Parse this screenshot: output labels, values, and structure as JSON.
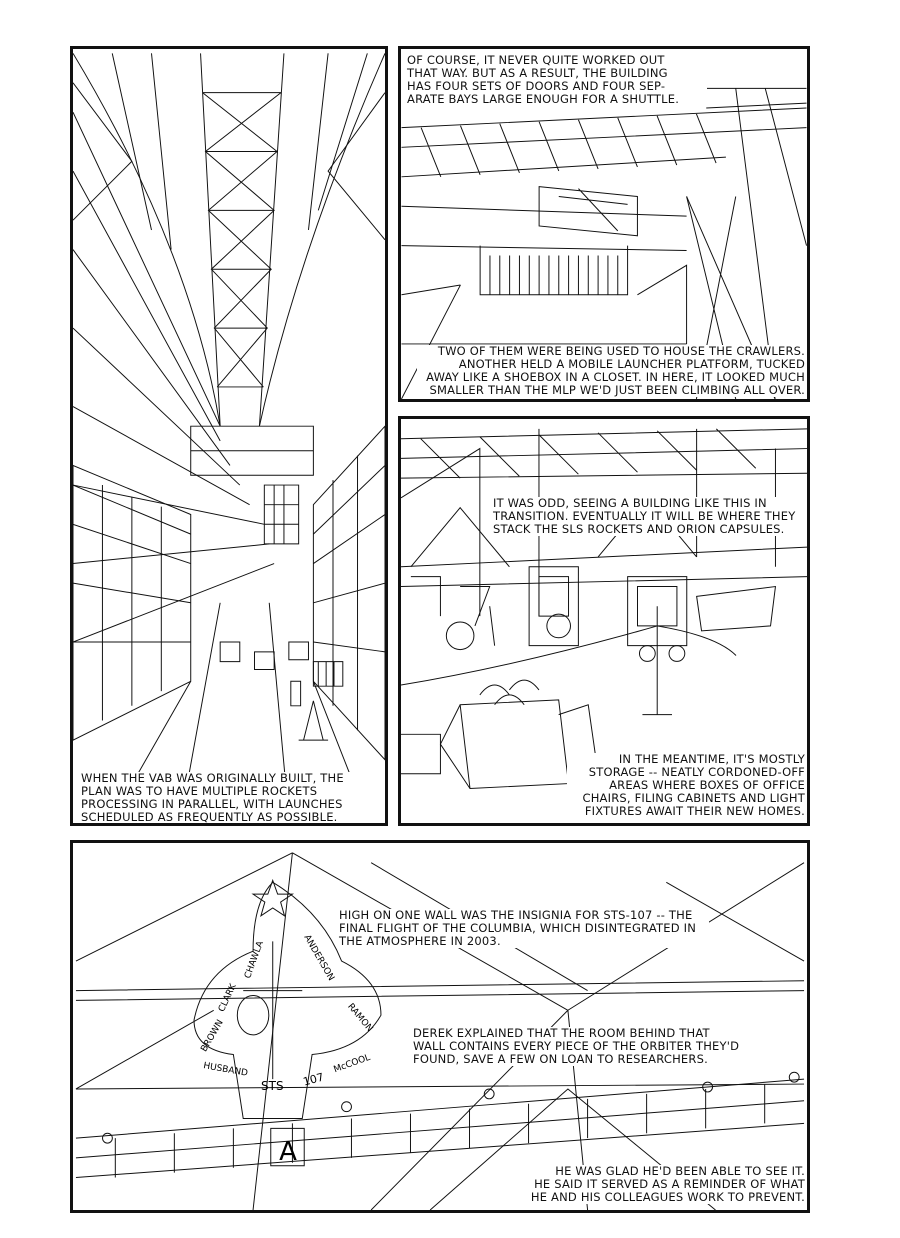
{
  "panels": {
    "p1": {
      "caption_bottom": "WHEN THE VAB WAS ORIGINALLY BUILT, THE\nPLAN WAS TO HAVE MULTIPLE ROCKETS\nPROCESSING IN PARALLEL, WITH LAUNCHES\nSCHEDULED AS FREQUENTLY AS POSSIBLE."
    },
    "p2": {
      "caption_top": "OF COURSE, IT NEVER QUITE WORKED OUT\nTHAT WAY. BUT AS A RESULT, THE BUILDING\nHAS FOUR SETS OF DOORS AND FOUR SEP-\nARATE BAYS LARGE ENOUGH FOR A SHUTTLE.",
      "caption_bottom": "TWO OF THEM WERE BEING USED TO HOUSE THE CRAWLERS.\nANOTHER HELD A MOBILE LAUNCHER PLATFORM, TUCKED\nAWAY LIKE A SHOEBOX IN A CLOSET. IN HERE, IT LOOKED MUCH\nSMALLER THAN THE MLP WE'D JUST BEEN CLIMBING ALL OVER."
    },
    "p3": {
      "caption_top": "IT WAS ODD, SEEING A BUILDING LIKE THIS IN\nTRANSITION. EVENTUALLY IT WILL BE WHERE THEY\nSTACK THE SLS ROCKETS AND ORION CAPSULES.",
      "caption_bottom": "IN THE MEANTIME, IT'S MOSTLY\nSTORAGE -- NEATLY CORDONED-OFF\nAREAS WHERE BOXES OF OFFICE\nCHAIRS, FILING CABINETS AND LIGHT\nFIXTURES AWAIT THEIR NEW HOMES."
    },
    "p4": {
      "caption_1": "HIGH ON ONE WALL WAS THE INSIGNIA FOR STS-107 -- THE\nFINAL FLIGHT OF THE COLUMBIA, WHICH DISINTEGRATED IN\nTHE ATMOSPHERE IN 2003.",
      "caption_2": "DEREK EXPLAINED THAT THE ROOM BEHIND THAT\nWALL CONTAINS EVERY PIECE OF THE ORBITER THEY'D\nFOUND, SAVE A FEW ON LOAN TO RESEARCHERS.",
      "caption_3": "HE WAS GLAD HE'D BEEN ABLE TO SEE IT.\nHE SAID IT SERVED AS A REMINDER OF WHAT\nHE AND HIS COLLEAGUES WORK TO PREVENT.",
      "patch": {
        "mission": "STS",
        "number": "107",
        "names": [
          "BROWN",
          "CLARK",
          "CHAWLA",
          "ANDERSON",
          "RAMON",
          "McCOOL",
          "HUSBAND"
        ]
      },
      "bay_sign": "A"
    }
  }
}
